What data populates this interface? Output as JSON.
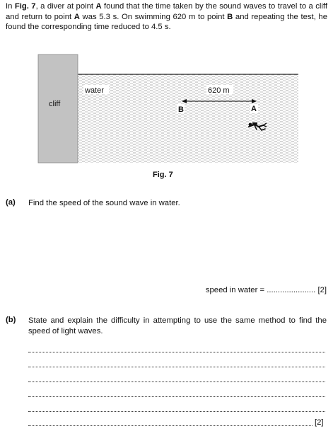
{
  "intro": {
    "p1": "In ",
    "fig_ref": "Fig. 7",
    "p2": ", a diver at point ",
    "point_a": "A",
    "p3": " found that the time taken by the sound waves to travel to a cliff and return to point ",
    "point_a2": "A",
    "p4": " was 5.3 s. On swimming 620 m to point ",
    "point_b": "B",
    "p5": " and repeating the test, he found the corresponding time reduced to 4.5 s."
  },
  "figure": {
    "cliff_label": "cliff",
    "water_label": "water",
    "distance_label": "620 m",
    "point_b_label": "B",
    "point_a_label": "A",
    "caption": "Fig. 7"
  },
  "part_a": {
    "label": "(a)",
    "question": "Find the speed of the sound wave in water.",
    "answer_prefix": "speed in water = ",
    "answer_dots": "......................",
    "marks": "[2]"
  },
  "part_b": {
    "label": "(b)",
    "question": "State and explain the difficulty in attempting to use the same method to find the speed of light waves.",
    "marks": "[2]"
  }
}
